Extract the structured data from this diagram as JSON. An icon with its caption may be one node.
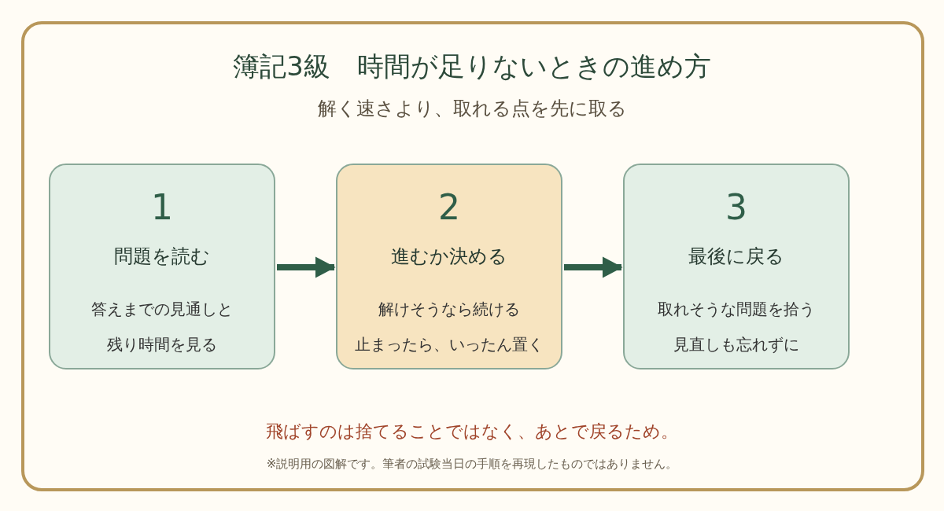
{
  "diagram": {
    "title": "簿記3級　時間が足りないときの進め方",
    "caption": "解く速さより、取れる点を先に取る",
    "nodes": [
      {
        "text": [
          "1",
          "問題を読む",
          "答えまでの見通しと",
          "残り時間を見る"
        ]
      },
      {
        "text": [
          "2",
          "進むか決める",
          "解けそうなら続ける",
          "止まったら、いったん置く"
        ]
      },
      {
        "text": [
          "3",
          "最後に戻る",
          "取れそうな問題を拾う",
          "見直しも忘れずに"
        ]
      }
    ],
    "edges": [
      {
        "from": 0,
        "to": 1,
        "arrow": "to"
      },
      {
        "from": 1,
        "to": 2,
        "arrow": "to"
      }
    ],
    "labels": [
      "飛ばすのは捨てることではなく、あとで戻るため。",
      "※説明用の図解です。筆者の試験当日の手順を再現したものではありません。"
    ]
  }
}
